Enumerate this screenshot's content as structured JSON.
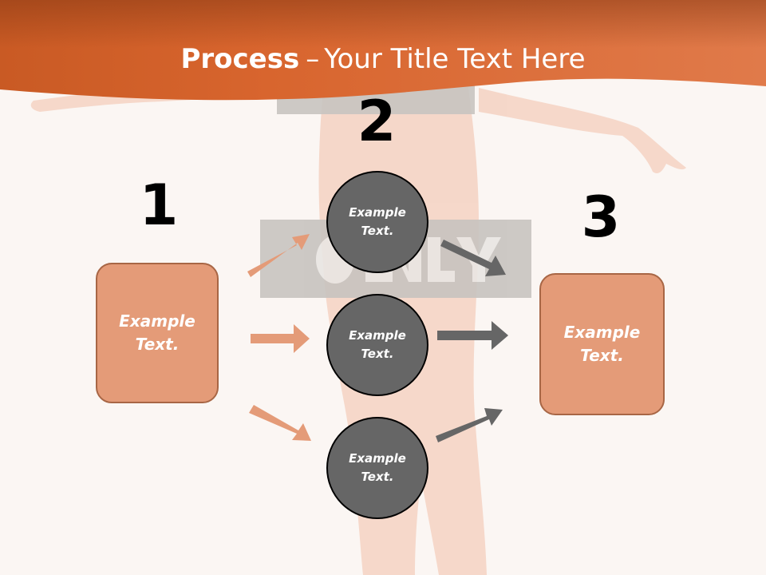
{
  "title": {
    "bold": "Process",
    "separator": "–",
    "rest": "Your Title Text Here"
  },
  "steps": {
    "one": "1",
    "two": "2",
    "three": "3"
  },
  "boxes": {
    "left": "Example Text.",
    "right": "Example Text."
  },
  "circles": {
    "top": "Example Text.",
    "middle": "Example Text.",
    "bottom": "Example Text."
  },
  "colors": {
    "header": "#d9622b",
    "box_fill": "#e49b78",
    "box_border": "#a86645",
    "circle_fill": "#666666",
    "arrow_orange": "#e49b78",
    "arrow_gray": "#666666",
    "background": "#fbf6f3"
  }
}
